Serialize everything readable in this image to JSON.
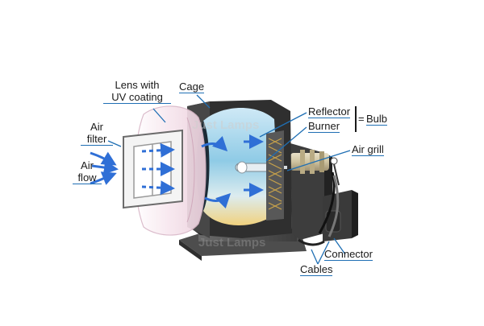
{
  "labels": {
    "lens_line1": "Lens with",
    "lens_line2": "UV coating",
    "cage": "Cage",
    "air_filter_line1": "Air",
    "air_filter_line2": "filter",
    "air_flow_line1": "Air",
    "air_flow_line2": "flow",
    "reflector": "Reflector",
    "burner": "Burner",
    "equals": "=",
    "bulb": "Bulb",
    "air_grill": "Air grill",
    "connector": "Connector",
    "cables": "Cables"
  },
  "watermark": "Just Lamps",
  "colors": {
    "arrow_blue": "#2f6fd6",
    "leader_blue": "#1f6fb4",
    "housing_dark": "#3a3a3a",
    "base_grey": "#5a5a5a",
    "reflector_blue": "#8fcbe6",
    "reflector_yellow": "#f3d88a",
    "lens_pink": "#f7e3ec"
  }
}
